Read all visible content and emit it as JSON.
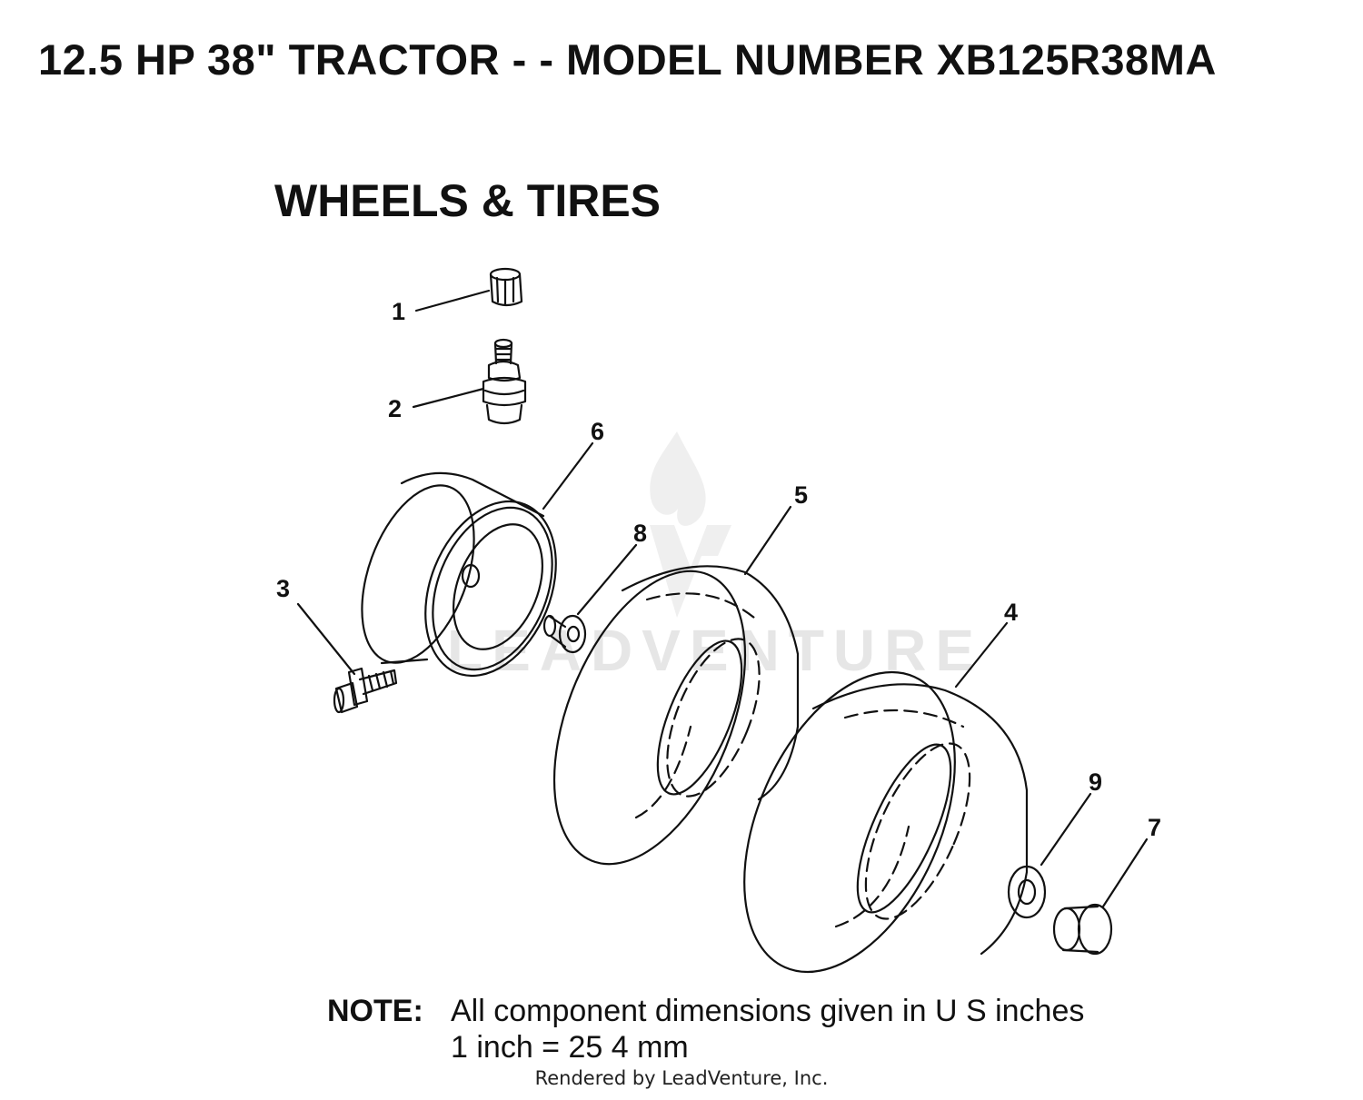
{
  "header": {
    "title": "12.5 HP 38\" TRACTOR - - MODEL NUMBER XB125R38MA",
    "section_title": "WHEELS & TIRES"
  },
  "diagram": {
    "callouts": [
      "1",
      "2",
      "3",
      "4",
      "5",
      "6",
      "7",
      "8",
      "9"
    ],
    "watermark": "LEADVENTURE"
  },
  "note": {
    "label": "NOTE:",
    "line1": "All component dimensions given in U S  inches",
    "line2": "1 inch = 25 4 mm"
  },
  "footer": {
    "rendered_by": "Rendered by LeadVenture, Inc."
  }
}
